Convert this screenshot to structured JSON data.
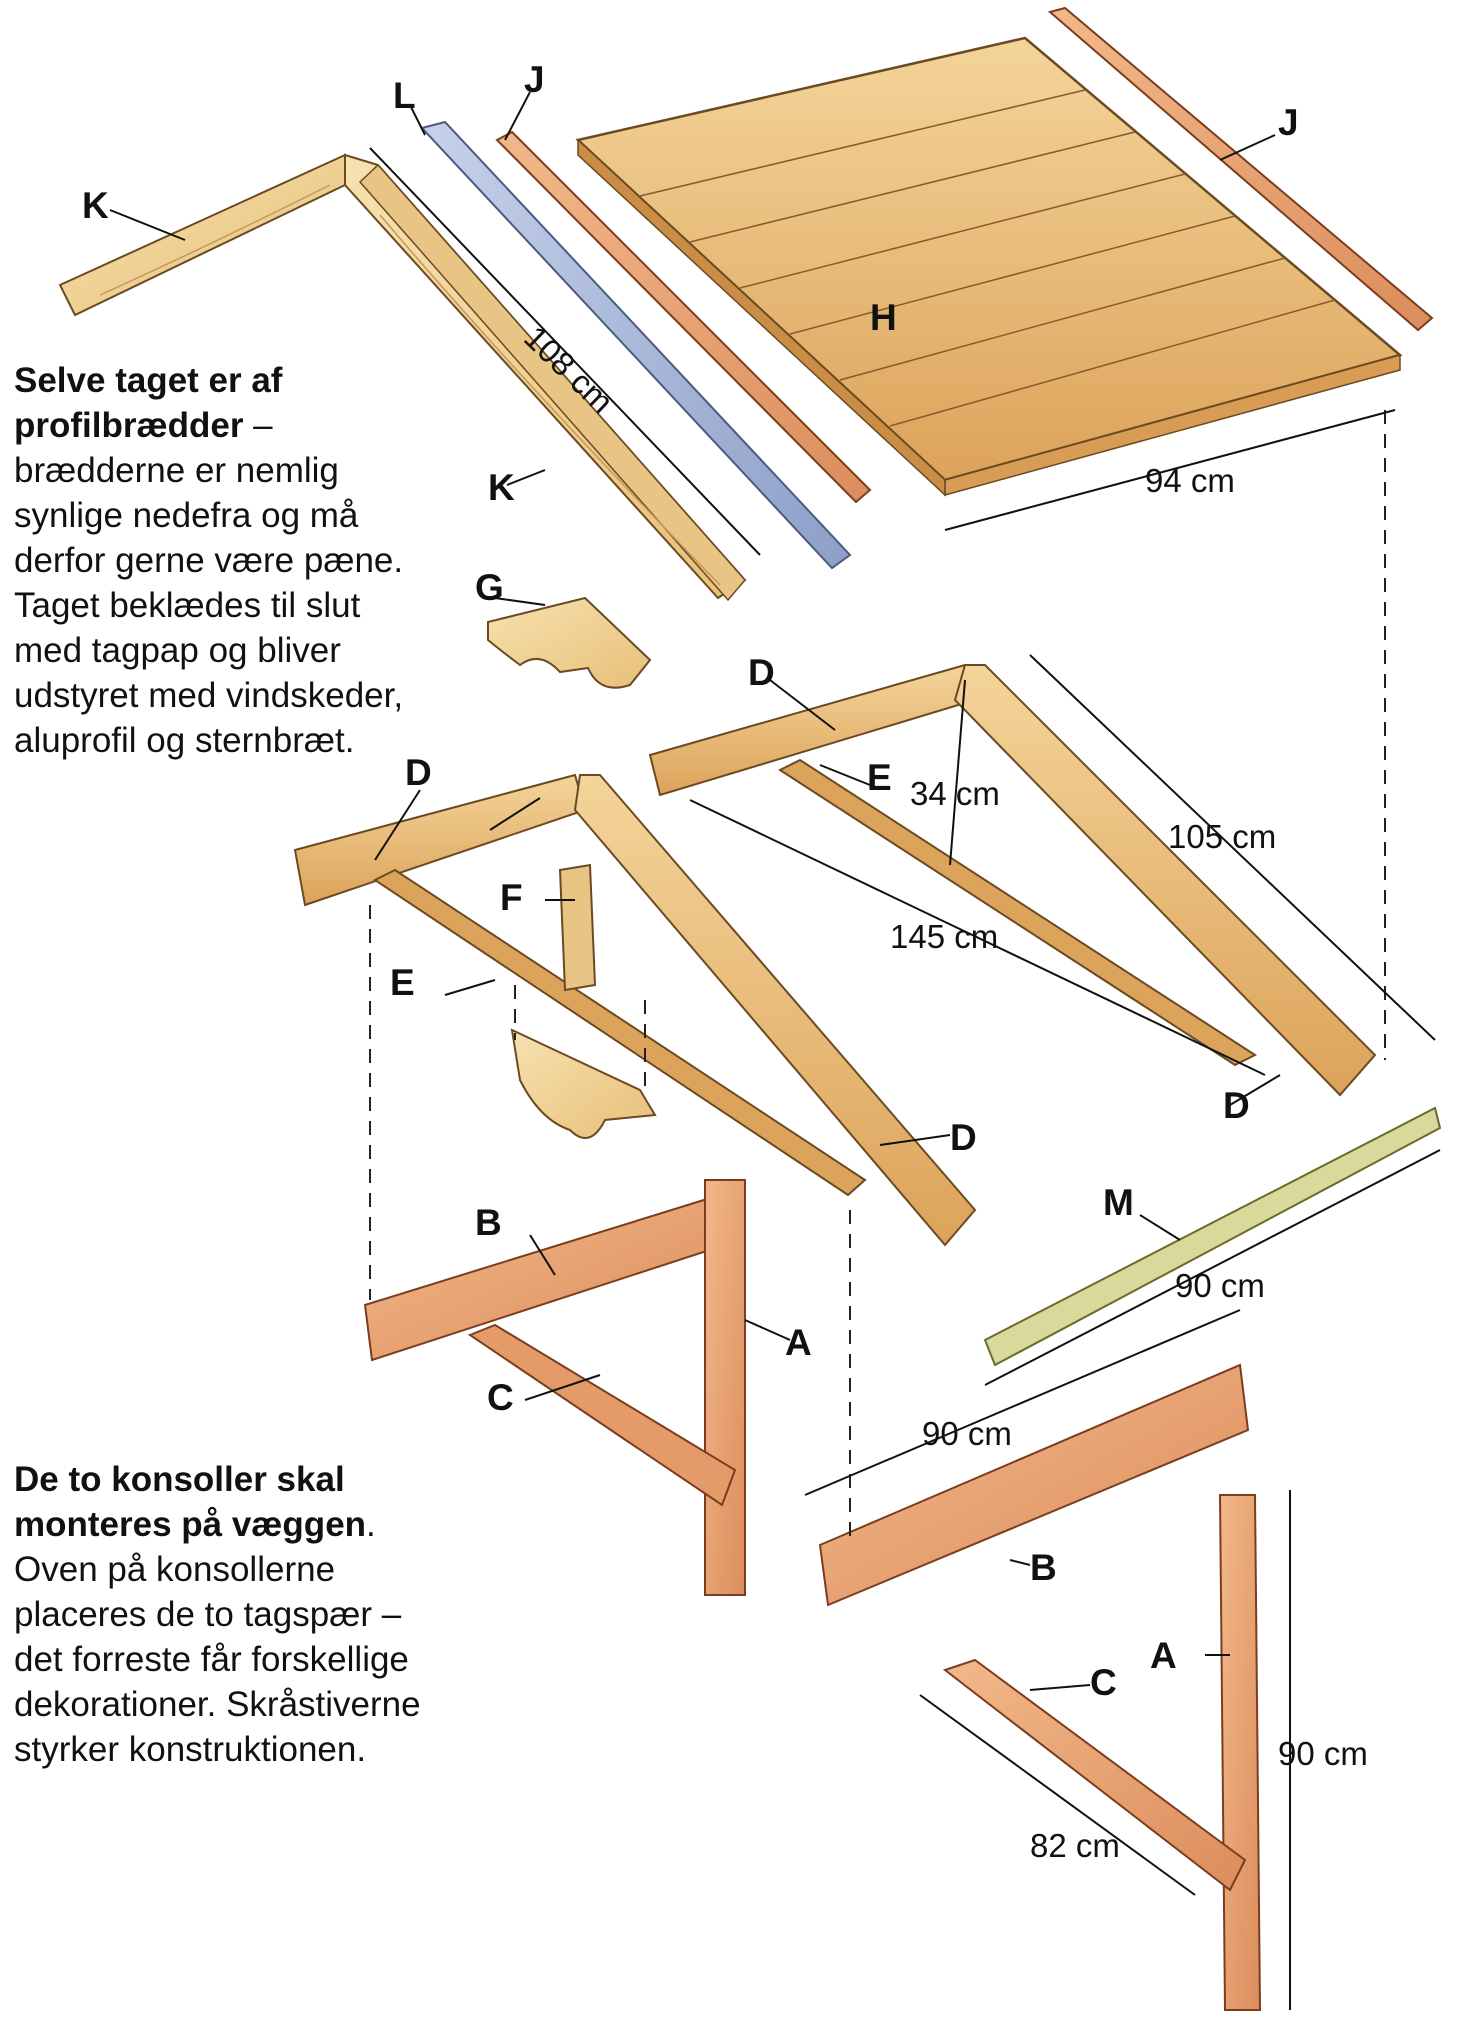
{
  "labels": {
    "K_top": "K",
    "K_bottom": "K",
    "L": "L",
    "J_small": "J",
    "J_right": "J",
    "H": "H",
    "G": "G",
    "D_front_top": "D",
    "D_front_side": "D",
    "E_front": "E",
    "F": "F",
    "D_back_top": "D",
    "E_back": "E",
    "D_back_bottom": "D",
    "B_left": "B",
    "A_left": "A",
    "C_left": "C",
    "M": "M",
    "B_right": "B",
    "A_right": "A",
    "C_right": "C"
  },
  "dimensions": {
    "k_length": "108 cm",
    "roof_width": "94 cm",
    "rafter_height": "34 cm",
    "rafter_diag": "105 cm",
    "rafter_span": "145 cm",
    "m_length": "90 cm",
    "b_length": "90 cm",
    "a_length": "90 cm",
    "c_length": "82 cm"
  },
  "text": {
    "roof_bold": "Selve taget er af profilbrædder",
    "roof_body": " – brædderne er nemlig synlige nedefra og må derfor gerne være pæne. Taget beklædes til slut med tagpap og bliver udstyret med vindskeder, aluprofil og sternbræt.",
    "bracket_bold": "De to konsoller skal monteres på væggen",
    "bracket_body": ". Oven på konsollerne placeres de to tagspær – det forreste får forskellige dekorationer. Skråstiverne styrker konstruktionen."
  },
  "colors": {
    "wood_light": "#f2d9a0",
    "wood_mid": "#e4b56a",
    "wood_dark": "#c98d45",
    "wood_red": "#e59a6a",
    "aluminium": "#a9b7d6",
    "green_board": "#d8d99a"
  }
}
